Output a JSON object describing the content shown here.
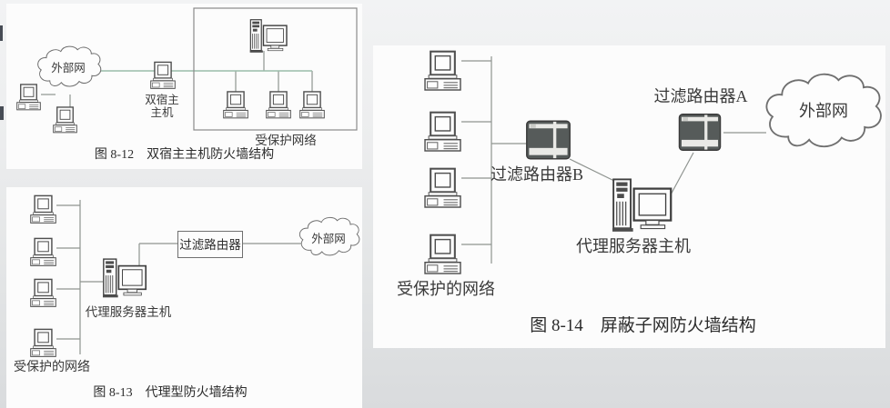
{
  "fig12": {
    "caption": "图 8-12　双宿主主机防火墙结构",
    "cloud_label": "外部网",
    "host_label_line1": "双宿主",
    "host_label_line2": "主机",
    "protected_label": "受保护网络"
  },
  "fig13": {
    "caption": "图 8-13　代理型防火墙结构",
    "router_label": "过滤路由器",
    "cloud_label": "外部网",
    "proxy_label": "代理服务器主机",
    "protected_label": "受保护的网络"
  },
  "fig14": {
    "caption": "图 8-14　屏蔽子网防火墙结构",
    "router_a_label": "过滤路由器A",
    "router_b_label": "过滤路由器B",
    "proxy_label": "代理服务器主机",
    "cloud_label": "外部网",
    "protected_label": "受保护的网络"
  },
  "colors": {
    "bus_line_teal": "#9abcaa",
    "line_gray": "#8f9490",
    "router_body": "#565b5a",
    "panel_bg": "#fcfcfc"
  }
}
